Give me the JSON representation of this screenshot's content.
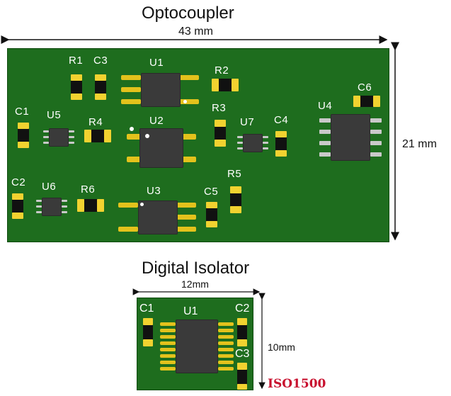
{
  "optocoupler": {
    "title": "Optocoupler",
    "width_label": "43 mm",
    "height_label": "21 mm",
    "refs": {
      "R1": "R1",
      "C3": "C3",
      "U1": "U1",
      "R2": "R2",
      "C1": "C1",
      "U5": "U5",
      "R4": "R4",
      "U2": "U2",
      "R3": "R3",
      "U7": "U7",
      "C4": "C4",
      "U4": "U4",
      "C6": "C6",
      "C2": "C2",
      "U6": "U6",
      "R6": "R6",
      "U3": "U3",
      "C5": "C5",
      "R5": "R5"
    }
  },
  "digital_isolator": {
    "title": "Digital Isolator",
    "width_label": "12mm",
    "height_label": "10mm",
    "part": "ISO1500",
    "refs": {
      "C1": "C1",
      "U1": "U1",
      "C2": "C2",
      "C3": "C3"
    }
  },
  "colors": {
    "board": "#1e6d1e",
    "pad": "#f2d230",
    "chip": "#3a3a3a",
    "part_label": "#c8102e"
  }
}
